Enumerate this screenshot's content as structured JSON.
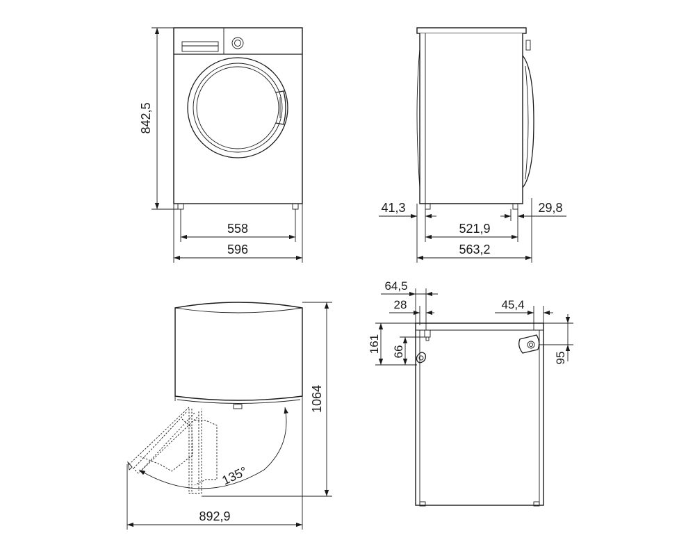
{
  "front_view": {
    "height_label": "842,5",
    "inner_width_label": "558",
    "outer_width_label": "596"
  },
  "side_view": {
    "front_offset_label": "41,3",
    "rear_offset_label": "29,8",
    "feet_span_label": "521,9",
    "depth_label": "563,2"
  },
  "top_view": {
    "door_open_depth_label": "1064",
    "door_angle_label": "135°",
    "door_open_width_label": "892,9"
  },
  "rear_view": {
    "inlet_x_outer_label": "64,5",
    "inlet_x_inner_label": "28",
    "drain_x_label": "45,4",
    "inlet_y_outer_label": "161",
    "inlet_y_inner_label": "66",
    "drain_y_label": "95"
  }
}
